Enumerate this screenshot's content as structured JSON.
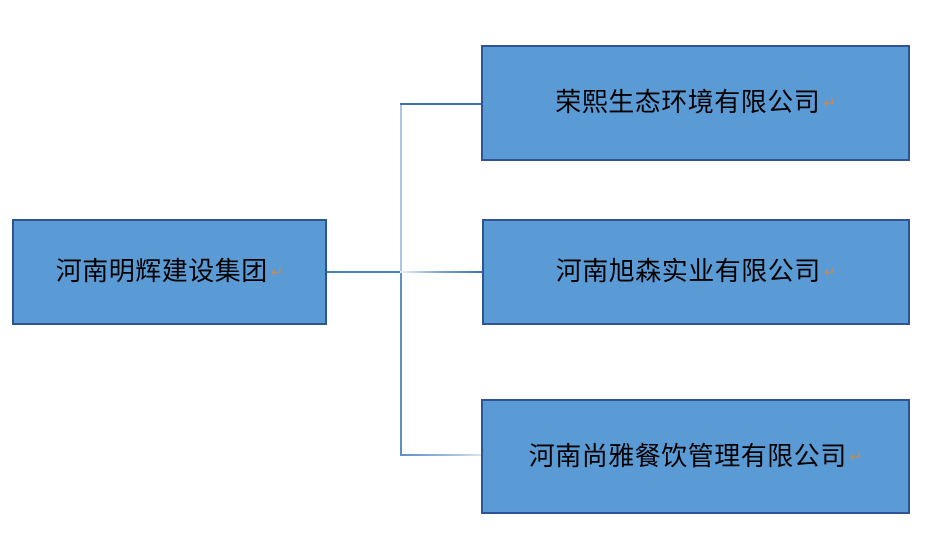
{
  "diagram": {
    "type": "organization-chart",
    "orientation": "horizontal-left-to-right",
    "colors": {
      "node_fill": "#5B9BD5",
      "node_border": "#2E5496",
      "connector": "#4A7EBB",
      "text": "#000000",
      "paragraph_mark": "#C08B5C",
      "background": "#FFFFFF"
    },
    "paragraph_mark_glyph": "↵",
    "root": {
      "label": "河南明辉建设集团",
      "paragraph_mark": "↵"
    },
    "children": [
      {
        "label": "荣熙生态环境有限公司",
        "paragraph_mark": "↵"
      },
      {
        "label": "河南旭森实业有限公司",
        "paragraph_mark": "↵"
      },
      {
        "label": "河南尚雅餐饮管理有限公司",
        "paragraph_mark": "↵"
      }
    ]
  }
}
